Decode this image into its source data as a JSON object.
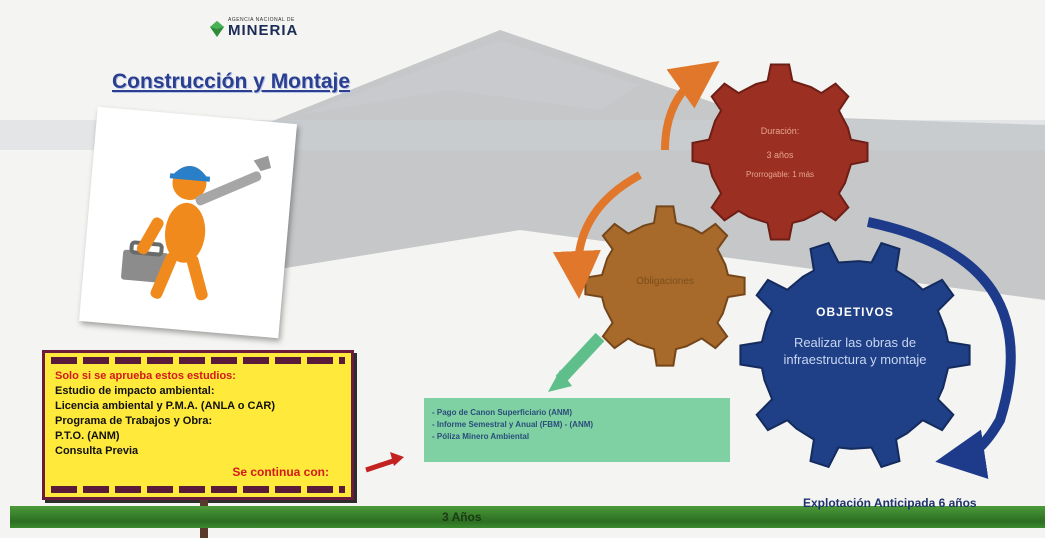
{
  "logo": {
    "agency": "AGENCIA NACIONAL DE",
    "name": "MINERIA"
  },
  "title": "Construcción y Montaje",
  "sign": {
    "header": "Solo si se aprueba estos estudios:",
    "lines": [
      "Estudio de impacto ambiental:",
      "Licencia ambiental y P.M.A. (ANLA o CAR)",
      "Programa de Trabajos y Obra:",
      "P.T.O. (ANM)",
      "Consulta Previa"
    ],
    "continue": "Se continua con:"
  },
  "gears": {
    "duration": {
      "title": "Duración:",
      "value": "3 años",
      "extension": "Prorrogable: 1 más"
    },
    "obligations": {
      "title": "Obligaciones"
    },
    "objectives": {
      "title": "OBJETIVOS",
      "description": "Realizar las obras de infraestructura y montaje"
    }
  },
  "obligations_list": [
    "Pago de Canon Superficiario (ANM)",
    "Informe Semestral y Anual (FBM) - (ANM)",
    "Póliza Minero Ambiental"
  ],
  "timeline": {
    "bar_label": "3 Años",
    "next_phase": "Explotación Anticipada 6 años"
  },
  "colors": {
    "duration_gear": "#9a2f22",
    "obligations_gear": "#a86a2a",
    "objectives_gear": "#1f3f86",
    "sign_bg": "#ffe93a",
    "green_box": "#7fd1a4",
    "timeline_bar": "#3f8a2e",
    "title": "#2a3f8f"
  }
}
